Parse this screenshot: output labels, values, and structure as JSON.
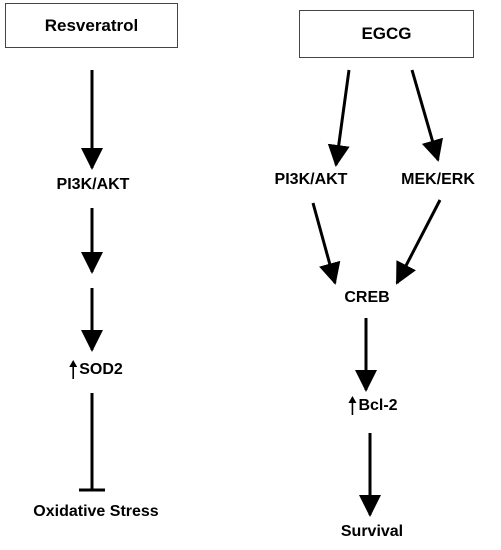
{
  "left": {
    "source": "Resveratrol",
    "n1": "PI3K/AKT",
    "n2": "SOD2",
    "n3": "Oxidative Stress"
  },
  "right": {
    "source": "EGCG",
    "n1a": "PI3K/AKT",
    "n1b": "MEK/ERK",
    "n2": "CREB",
    "n3": "Bcl-2",
    "n4": "Survival"
  },
  "colors": {
    "stroke": "#000000",
    "box_border": "#444444"
  }
}
